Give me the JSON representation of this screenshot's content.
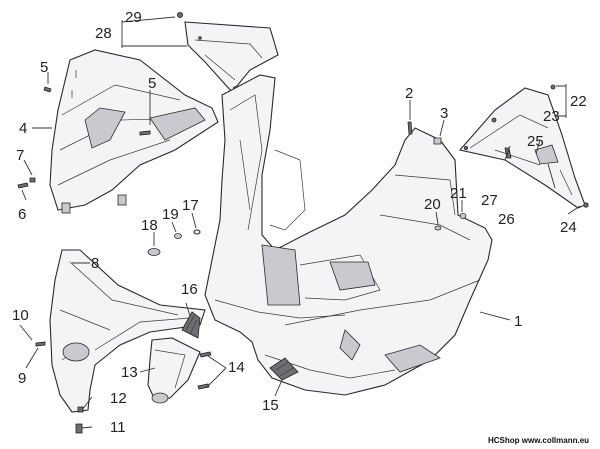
{
  "callouts": [
    "1",
    "2",
    "3",
    "4",
    "5",
    "5",
    "6",
    "7",
    "8",
    "9",
    "10",
    "11",
    "12",
    "13",
    "14",
    "15",
    "16",
    "17",
    "18",
    "19",
    "20",
    "21",
    "22",
    "23",
    "24",
    "25",
    "26",
    "27",
    "28",
    "29"
  ],
  "watermark": "HCShop www.collmann.eu"
}
